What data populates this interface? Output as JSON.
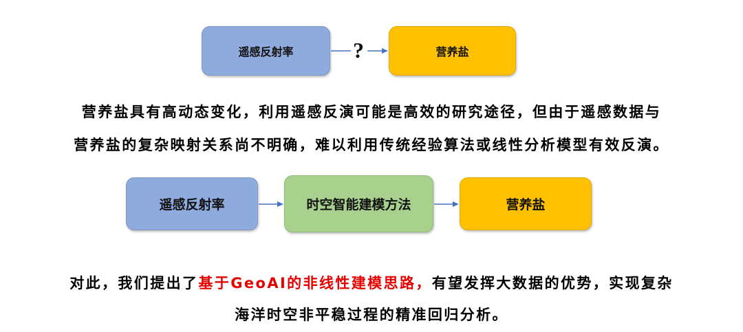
{
  "diagram_top": {
    "source_label": "遥感反射率",
    "connector_label": "?",
    "target_label": "营养盐"
  },
  "paragraph_1": {
    "lines": [
      "营养盐具有高动态变化，利用遥感反演可能是高效的研究途径，但由于遥感数据与",
      "营养盐的复杂映射关系尚不明确，难以利用传统经验算法或线性分析模型有效反演。"
    ]
  },
  "diagram_middle": {
    "source_label": "遥感反射率",
    "method_label": "时空智能建模方法",
    "target_label": "营养盐"
  },
  "paragraph_2": {
    "line_1_prefix": "对此，我们提出了",
    "line_1_highlight": "基于GeoAI的非线性建模思路，",
    "line_1_suffix": "有望发挥大数据的优势，实现复杂",
    "line_2": "海洋时空非平稳过程的精准回归分析。"
  },
  "colors": {
    "source_box": "#8faadc",
    "target_box": "#ffc000",
    "method_box": "#a9d18e",
    "arrow": "#4472c4",
    "highlight_text": "#e60000"
  }
}
